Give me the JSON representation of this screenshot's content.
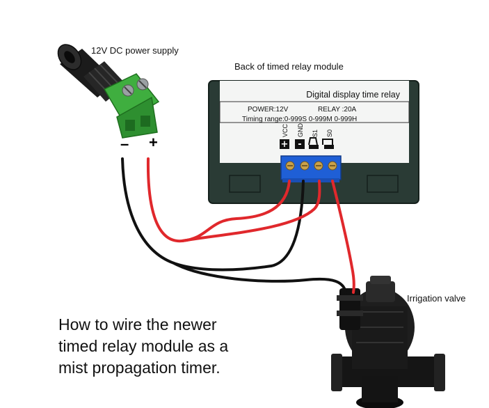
{
  "labels": {
    "power_supply": "12V DC power supply",
    "module_back": "Back of timed relay module",
    "irrigation_valve": "Irrigation valve"
  },
  "caption": {
    "line1": "How to wire the newer",
    "line2": "timed relay module as a",
    "line3": "mist propagation timer."
  },
  "jack": {
    "minus": "–",
    "plus": "+"
  },
  "module": {
    "title": "Digital display time relay",
    "power": "POWER:12V",
    "relay": "RELAY :20A",
    "timing": "Timing range:0-999S 0-999M 0-999H",
    "terminals": [
      "VCC",
      "GND",
      "S1",
      "S0"
    ]
  },
  "colors": {
    "wire_positive": "#e0282c",
    "wire_negative": "#111111",
    "module_body": "#2a3b35",
    "terminal_block": "#1f5fd6",
    "connector_green": "#3fae3f"
  }
}
